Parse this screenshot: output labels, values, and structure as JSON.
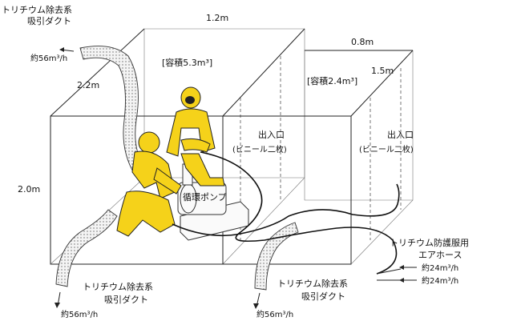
{
  "dimensions": {
    "large_width": "1.2m",
    "small_width": "0.8m",
    "large_depth": "2.2m",
    "small_depth": "1.5m",
    "height": "2.0m"
  },
  "volumes": {
    "large": "[容積5.3m³]",
    "small": "[容積2.4m³]"
  },
  "entrances": {
    "large": {
      "line1": "出入口",
      "line2": "(ビニール二枚)"
    },
    "small": {
      "line1": "出入口",
      "line2": "(ビニール二枚)"
    }
  },
  "pump_label": "循環ポンプ",
  "ducts": {
    "top_left": {
      "line1": "トリチウム除去系",
      "line2": "吸引ダクト",
      "flow": "約56m³/h"
    },
    "bottom_left": {
      "line1": "トリチウム除去系",
      "line2": "吸引ダクト",
      "flow": "約56m³/h"
    },
    "bottom_right": {
      "line1": "トリチウム除去系",
      "line2": "吸引ダクト",
      "flow": "約56m³/h"
    }
  },
  "air_hose": {
    "line1": "トリチウム防護服用",
    "line2": "エアホース",
    "flow1": "約24m³/h",
    "flow2": "約24m³/h"
  },
  "colors": {
    "suit": "#f5d21a",
    "line": "#222222"
  }
}
